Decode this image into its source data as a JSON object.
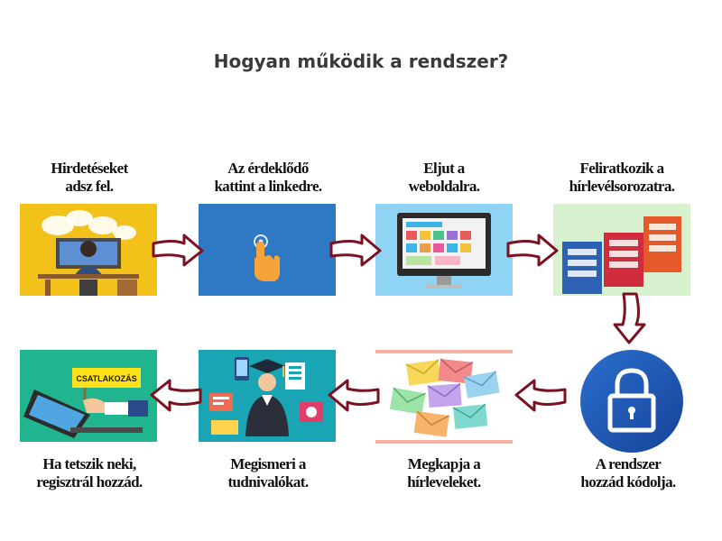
{
  "title": "Hogyan működik a rendszer?",
  "steps": [
    {
      "label": "Hirdetéseket\nadsz fel.",
      "icon": "person-at-computer-icon"
    },
    {
      "label": "Az érdeklődő\nkattint a linkedre.",
      "icon": "pointing-hand-icon"
    },
    {
      "label": "Eljut a\nweboldalra.",
      "icon": "monitor-website-icon"
    },
    {
      "label": "Feliratkozik a\nhírlevélsorozatra.",
      "icon": "signup-forms-icon"
    },
    {
      "label": "A rendszer\nhozzád kódolja.",
      "icon": "padlock-icon"
    },
    {
      "label": "Megkapja a\nhírleveleket.",
      "icon": "envelopes-icon"
    },
    {
      "label": "Megismeri a\ntudnivalókat.",
      "icon": "graduate-learning-icon"
    },
    {
      "label": "Ha tetszik neki,\nregisztrál hozzád.",
      "icon": "join-sign-laptop-icon"
    }
  ],
  "join_sign": "CSATLAKOZÁS",
  "colors": {
    "arrow_fill": "#ffffff",
    "arrow_outline": "#7a1020",
    "step1_bg": "#f2c21b",
    "step2_bg": "#2f78c4",
    "step3_bg": "#8fd4f5",
    "step4_bg": "#d8f2cf",
    "step5_circle": "#1f5db4",
    "step7_bg": "#1aa5b5",
    "step8_bg": "#21b58f"
  }
}
